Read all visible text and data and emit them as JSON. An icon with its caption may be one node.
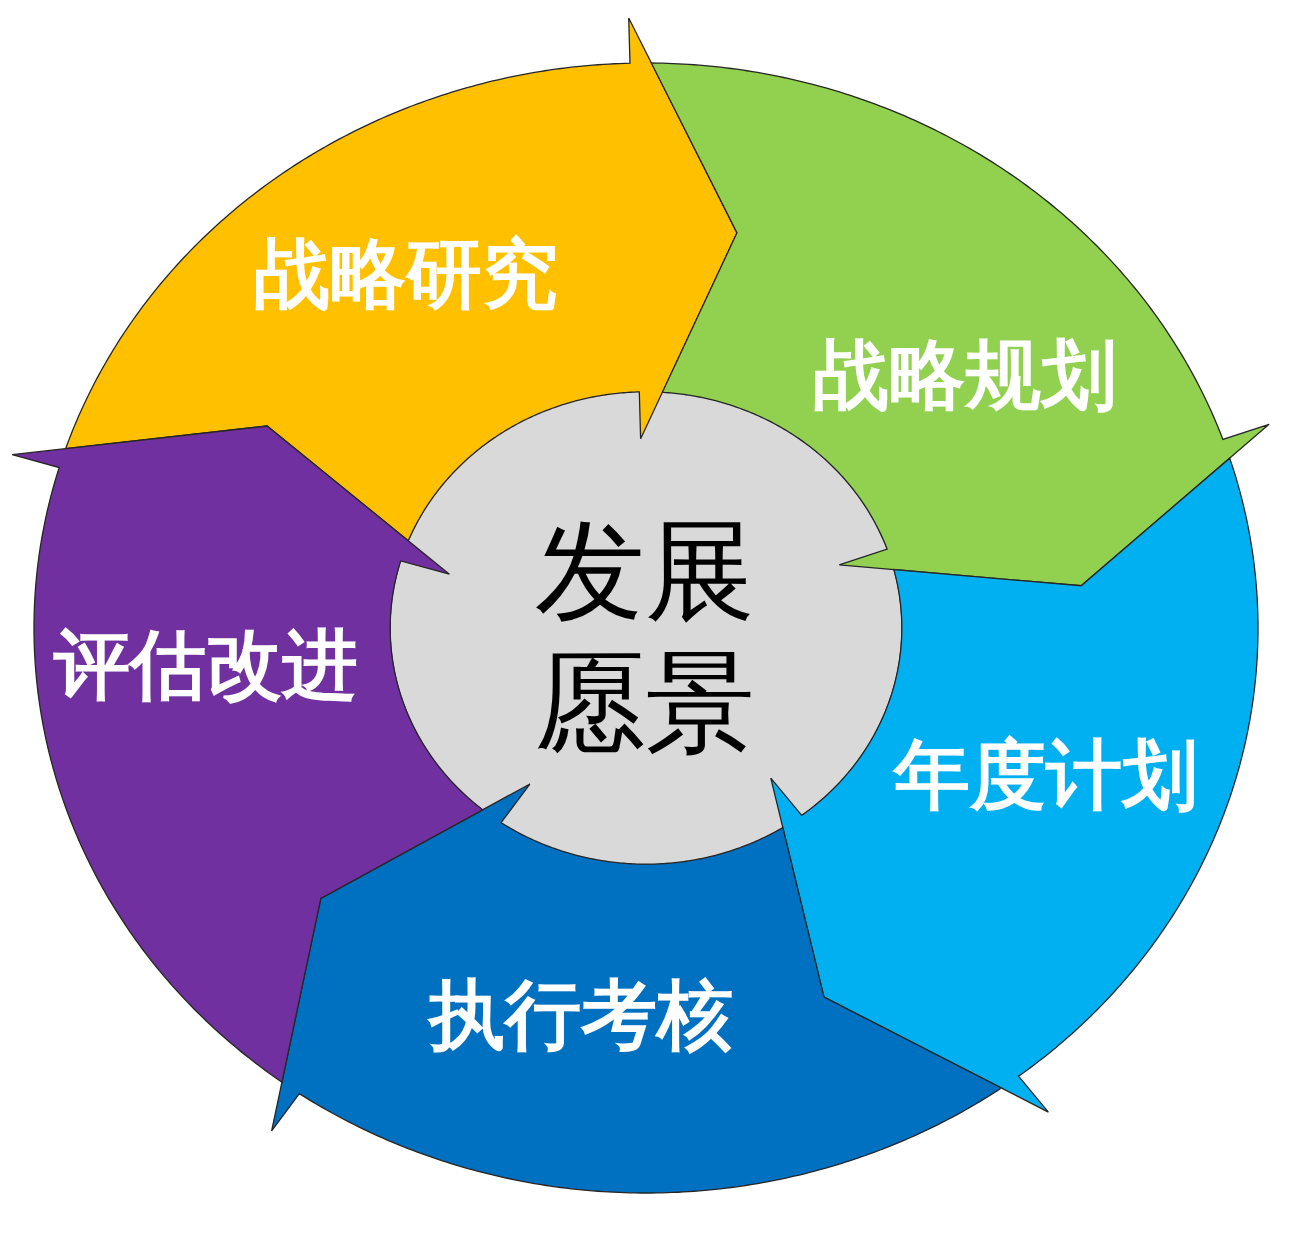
{
  "diagram": {
    "nodes": [
      {
        "text": [
          "战略研究"
        ]
      },
      {
        "text": [
          "战略规划"
        ]
      },
      {
        "text": [
          "年度计划"
        ]
      },
      {
        "text": [
          "执行考核"
        ]
      },
      {
        "text": [
          "评估改进"
        ]
      },
      {
        "text": [
          "发展愿景"
        ]
      }
    ]
  }
}
